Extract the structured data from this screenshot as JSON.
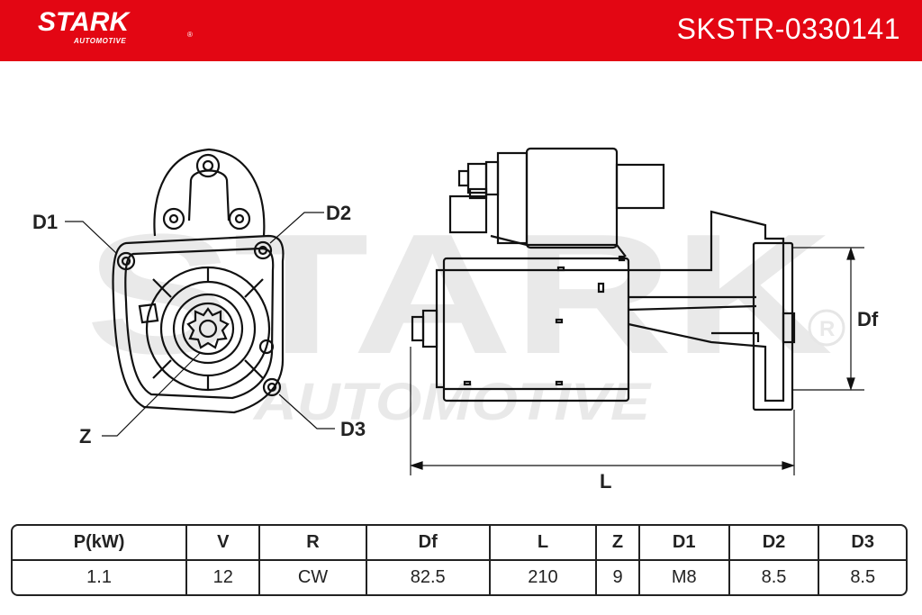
{
  "header": {
    "brand": "STARK",
    "brand_sub": "AUTOMOTIVE",
    "brand_reg": "®",
    "part_number": "SKSTR-0330141",
    "color": "#e30613"
  },
  "drawing": {
    "watermark_main": "STARK",
    "watermark_sub": "AUTOMOTIVE",
    "watermark_reg": "®",
    "labels": {
      "d1": "D1",
      "d2": "D2",
      "d3": "D3",
      "z": "Z",
      "df": "Df",
      "l": "L"
    }
  },
  "specs": {
    "headers": [
      "P(kW)",
      "V",
      "R",
      "Df",
      "L",
      "Z",
      "D1",
      "D2",
      "D3"
    ],
    "values": [
      "1.1",
      "12",
      "CW",
      "82.5",
      "210",
      "9",
      "M8",
      "8.5",
      "8.5"
    ]
  }
}
